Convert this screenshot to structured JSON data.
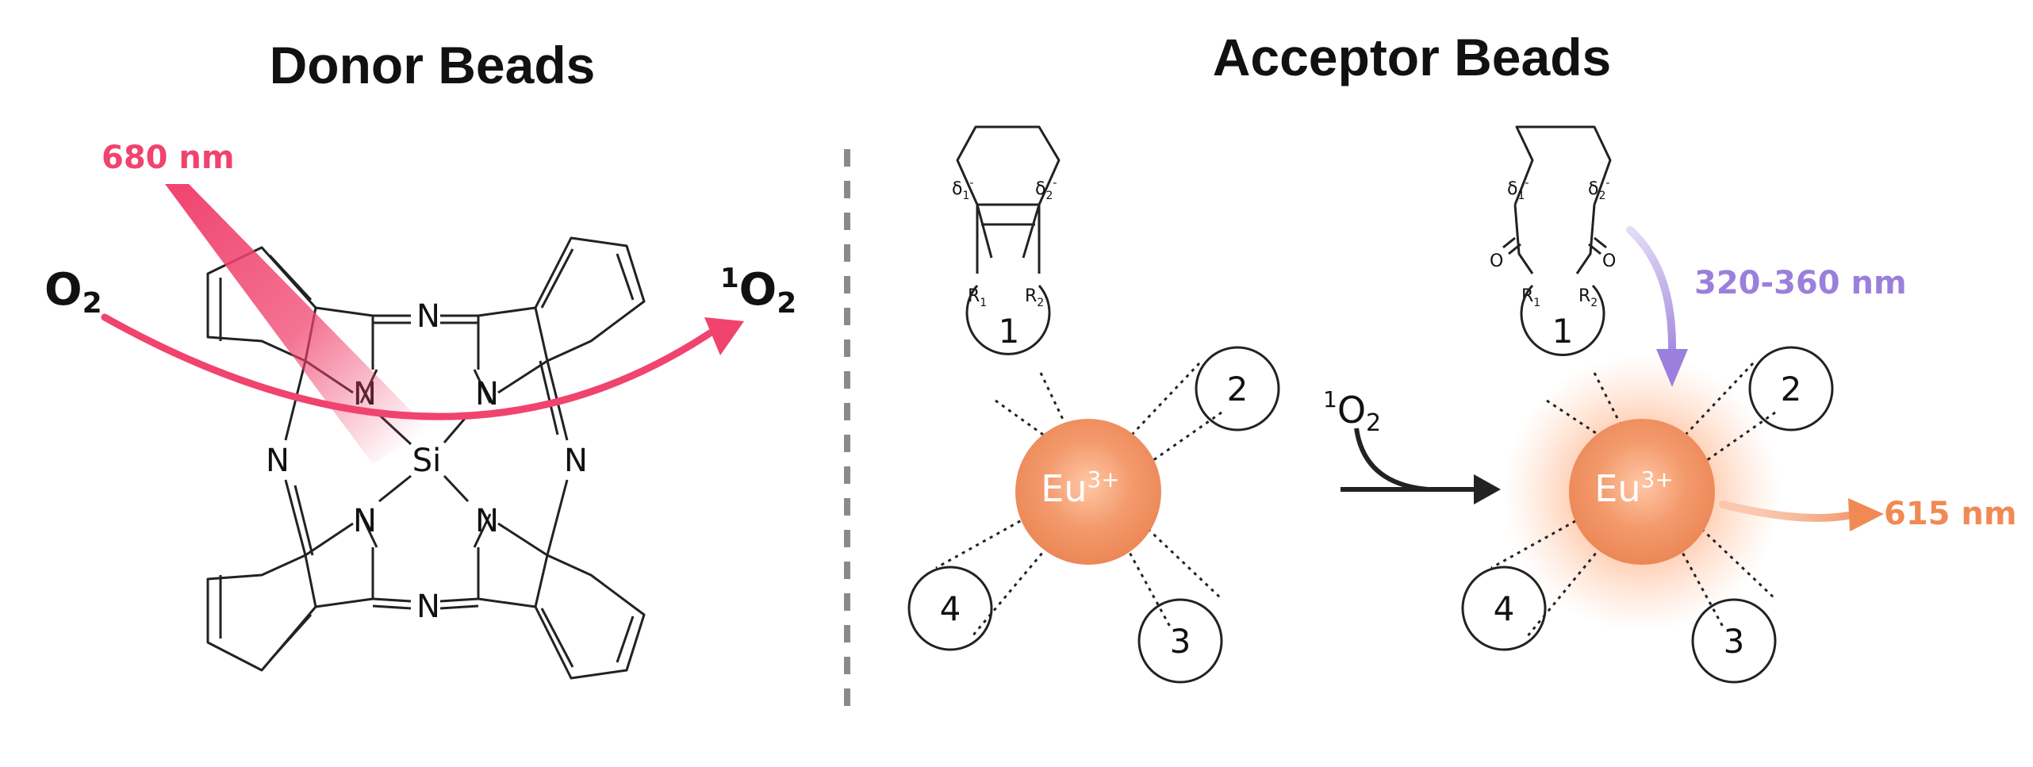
{
  "titles": {
    "donor": "Donor Beads",
    "acceptor": "Acceptor Beads"
  },
  "donor": {
    "wavelength": "680 nm",
    "oxygen_in": "O",
    "oxygen_in_sub": "2",
    "oxygen_out_sup": "1",
    "oxygen_out": "O",
    "oxygen_out_sub": "2",
    "center_atom": "Si",
    "nitrogen": "N"
  },
  "acceptor": {
    "metal": "Eu",
    "metal_charge": "3+",
    "ligand_labels": [
      "1",
      "2",
      "3",
      "4"
    ],
    "delta1": "δ",
    "delta1_sub": "1",
    "delta2": "δ",
    "delta2_sub": "2",
    "charge_minus": "-",
    "r1": "R",
    "r1_sub": "1",
    "r2": "R",
    "r2_sub": "2",
    "oxygen_atom": "O",
    "reagent_sup": "1",
    "reagent": "O",
    "reagent_sub": "2",
    "excitation": "320-360 nm",
    "emission": "615 nm"
  },
  "colors": {
    "laser": "#f0436e",
    "excitation": "#9b7fdc",
    "emission": "#f08a55",
    "europium": "#f0956a",
    "divider": "#8a8a8a"
  }
}
